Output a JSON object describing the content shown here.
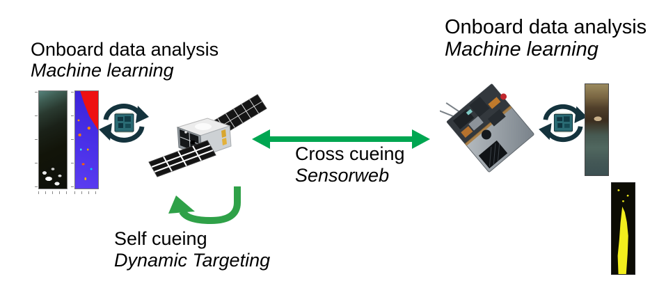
{
  "figure": {
    "left_node": {
      "title": "Onboard data analysis",
      "subtitle": "Machine learning"
    },
    "right_node": {
      "title": "Onboard data analysis",
      "subtitle": "Machine learning"
    },
    "cross_link": {
      "title": "Cross cueing",
      "subtitle": "Sensorweb"
    },
    "self_link": {
      "title": "Self cueing",
      "subtitle": "Dynamic Targeting"
    }
  },
  "icons": {
    "left_cycle": "sync-arrows-with-processor-icon",
    "right_cycle": "sync-arrows-with-processor-icon",
    "center_satellite": "cubesat-with-solar-wings",
    "right_satellite": "instrument-satellite",
    "cross_arrow": "double-headed-arrow",
    "self_arrow": "u-turn-arrow",
    "left_swaths": [
      "true-color-image-swath",
      "classification-map-swath"
    ],
    "right_swaths": [
      "true-color-image-swath",
      "detection-mask-swath"
    ]
  },
  "colors": {
    "background": "#FFFFFF",
    "text": "#000000",
    "cross_arrow_green": "#00A651",
    "self_arrow_green": "#2FA148",
    "cycle_icon_navy": "#14333D",
    "classification_red": "#EE1111",
    "classification_blue": "#4A30E8",
    "detection_yellow": "#F2EE1D"
  }
}
